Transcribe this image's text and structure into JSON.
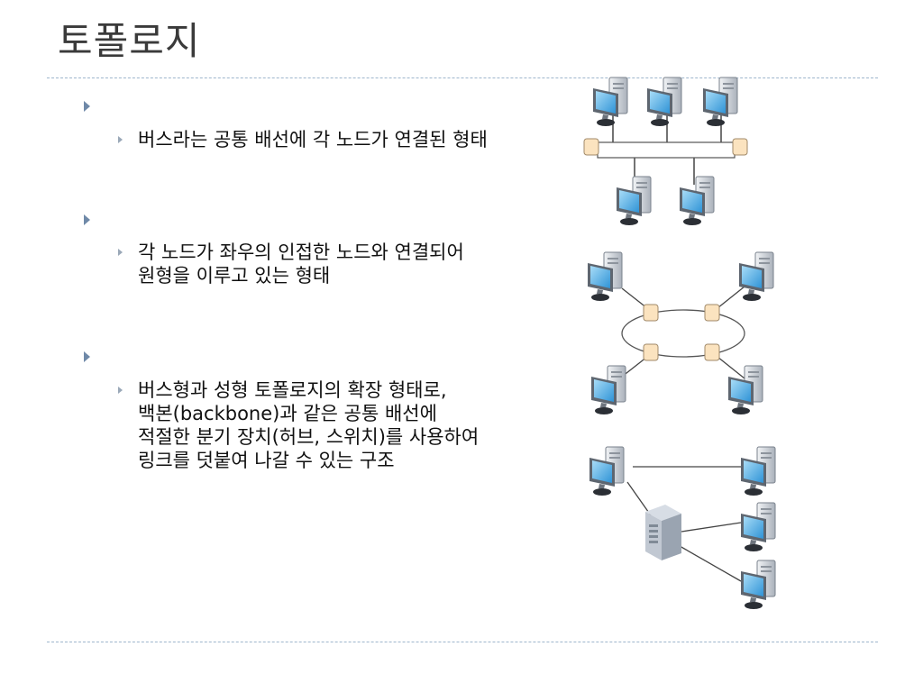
{
  "slide": {
    "title": "토폴로지"
  },
  "sections": [
    {
      "l1_text": "",
      "l2_text": "버스라는 공통 배선에 각 노드가 연결된 형태"
    },
    {
      "l1_text": "",
      "l2_lines": [
        "각 노드가 좌우의 인접한 노드와 연결되어",
        "원형을 이루고 있는 형태"
      ]
    },
    {
      "l1_text": "",
      "l2_lines": [
        "버스형과 성형 토폴로지의 확장 형태로,",
        "백본(backbone)과 같은 공통 배선에",
        "적절한 분기 장치(허브, 스위치)를 사용하여",
        "링크를 덧붙여 나갈 수 있는 구조"
      ]
    }
  ],
  "colors": {
    "title": "#3a3a3a",
    "rule": "#9fb6cc",
    "bullet_l1": "#6f89a8",
    "bullet_l2": "#9aa8b8",
    "connector_fill": "#fbe3bf",
    "connector_stroke": "#a08a6a",
    "screen": "#5fb4e8",
    "case": "#c9ced6"
  },
  "icons": {
    "computer": "desktop-computer-icon",
    "server": "server-tower-icon",
    "connector": "network-connector-icon"
  }
}
